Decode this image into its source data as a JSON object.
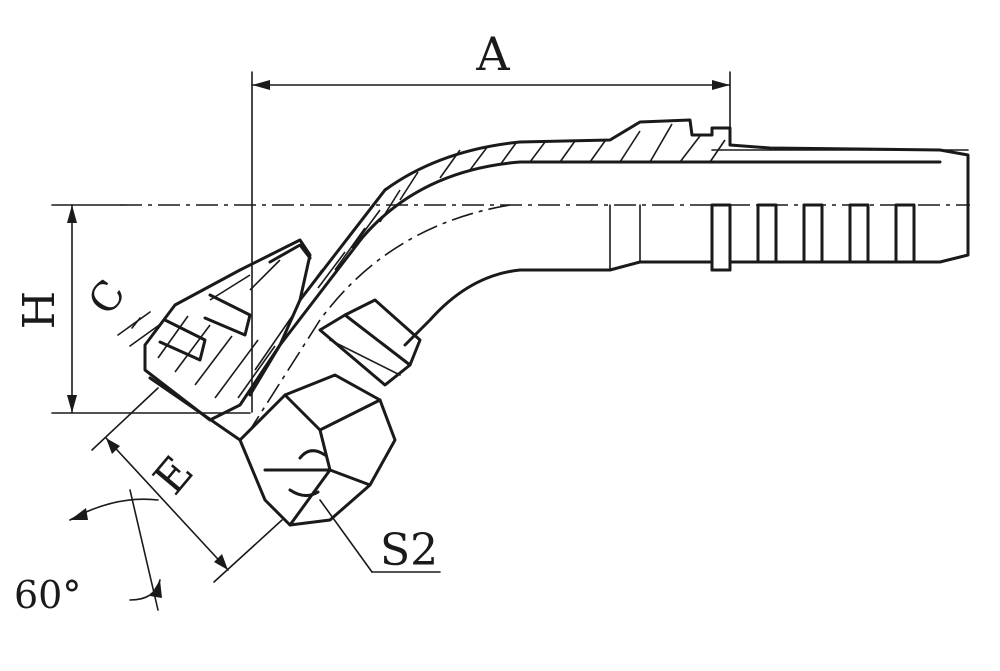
{
  "diagram": {
    "labels": {
      "a": "A",
      "h": "H",
      "c": "C",
      "e": "E",
      "s2": "S2",
      "angle": "60°"
    }
  }
}
